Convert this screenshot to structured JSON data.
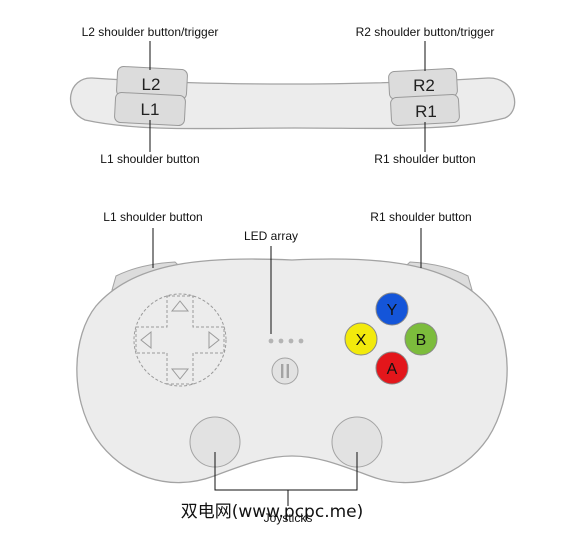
{
  "top_view": {
    "l2_callout": "L2 shoulder button/trigger",
    "r2_callout": "R2 shoulder button/trigger",
    "l1_callout": "L1 shoulder button",
    "r1_callout": "R1 shoulder button",
    "buttons": {
      "l2": "L2",
      "l1": "L1",
      "r2": "R2",
      "r1": "R1"
    }
  },
  "front_view": {
    "l1_callout": "L1 shoulder button",
    "r1_callout": "R1 shoulder button",
    "led_callout": "LED array",
    "joysticks_callout": "Joysticks",
    "pause_icon": "pause-icon",
    "face_buttons": [
      {
        "label": "Y",
        "color": "#1455d9"
      },
      {
        "label": "X",
        "color": "#f2ea0c"
      },
      {
        "label": "B",
        "color": "#7cbc3c"
      },
      {
        "label": "A",
        "color": "#e3161b"
      }
    ]
  },
  "colors": {
    "body_fill": "#ececec",
    "body_stroke": "#a3a3a3",
    "button_fill": "#dcdcdc"
  },
  "watermark": "双电网(www.pcpc.me)"
}
